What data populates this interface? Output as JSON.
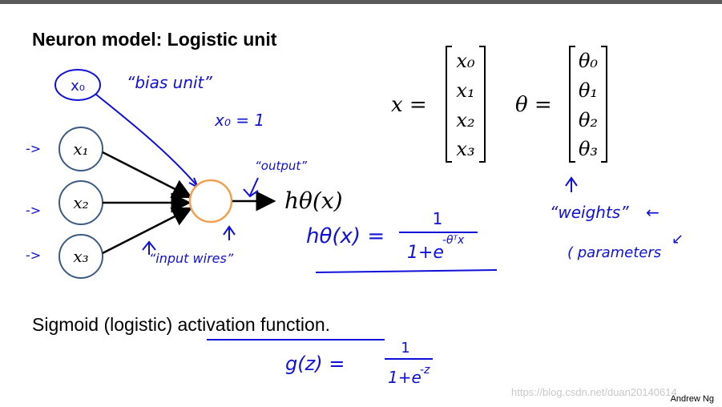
{
  "slide": {
    "title": "Neuron model: Logistic unit",
    "subtitle": "Sigmoid (logistic) activation function.",
    "credit": "Andrew Ng",
    "watermark": "https://blog.csdn.net/duan20140614"
  },
  "neuron": {
    "bias_node": "x₀",
    "inputs": [
      "x₁",
      "x₂",
      "x₃"
    ],
    "hypothesis": "hθ(x)"
  },
  "vectors": {
    "x_label": "x =",
    "x_entries": [
      "x₀",
      "x₁",
      "x₂",
      "x₃"
    ],
    "theta_label": "θ =",
    "theta_entries": [
      "θ₀",
      "θ₁",
      "θ₂",
      "θ₃"
    ]
  },
  "annotations": {
    "bias_unit": "“bias unit”",
    "x0_eq": "x₀ = 1",
    "output": "“output”",
    "input_wires": "“input wires”",
    "h_formula_lhs": "hθ(x) =",
    "h_formula_num": "1",
    "h_formula_den": "1+e",
    "h_formula_exp": "-θᵀx",
    "weights": "“weights”",
    "parameters": "( parameters",
    "g_lhs": "g(z) =",
    "g_num": "1",
    "g_den": "1+e",
    "g_exp": "-z"
  },
  "colors": {
    "ink": "#1010d8",
    "node_stroke": "#3d5a80",
    "output_node": "#f0a050"
  }
}
